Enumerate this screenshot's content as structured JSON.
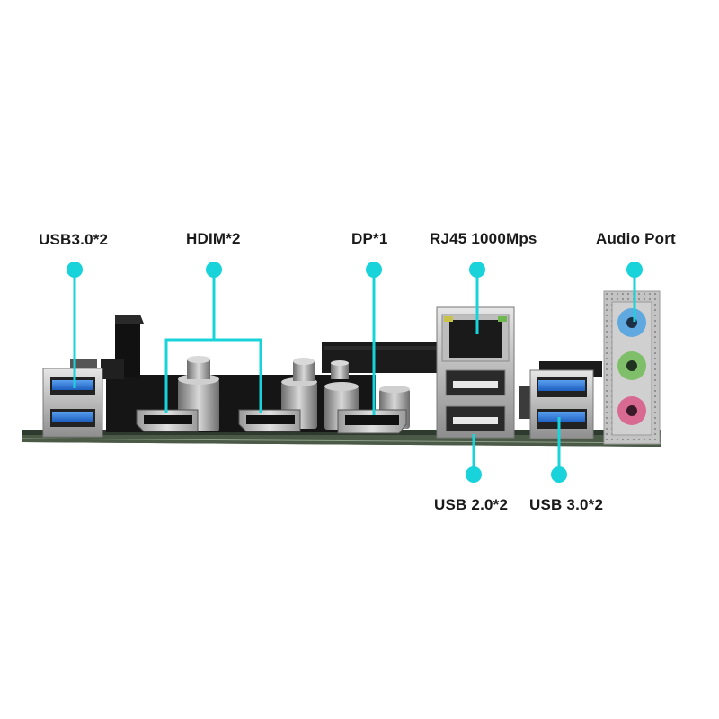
{
  "callouts": {
    "usb30_left": "USB3.0*2",
    "hdmi": "HDIM*2",
    "dp": "DP*1",
    "rj45": "RJ45 1000Mps",
    "audio": "Audio Port",
    "usb20": "USB 2.0*2",
    "usb30_right": "USB 3.0*2"
  },
  "colors": {
    "callout": "#19d3da",
    "usb3_blue": "#2f7fe0",
    "audio_blue": "#5fa8e0",
    "audio_green": "#7fbf6a",
    "audio_pink": "#d86a92",
    "pcb": "#3a4a3a"
  }
}
